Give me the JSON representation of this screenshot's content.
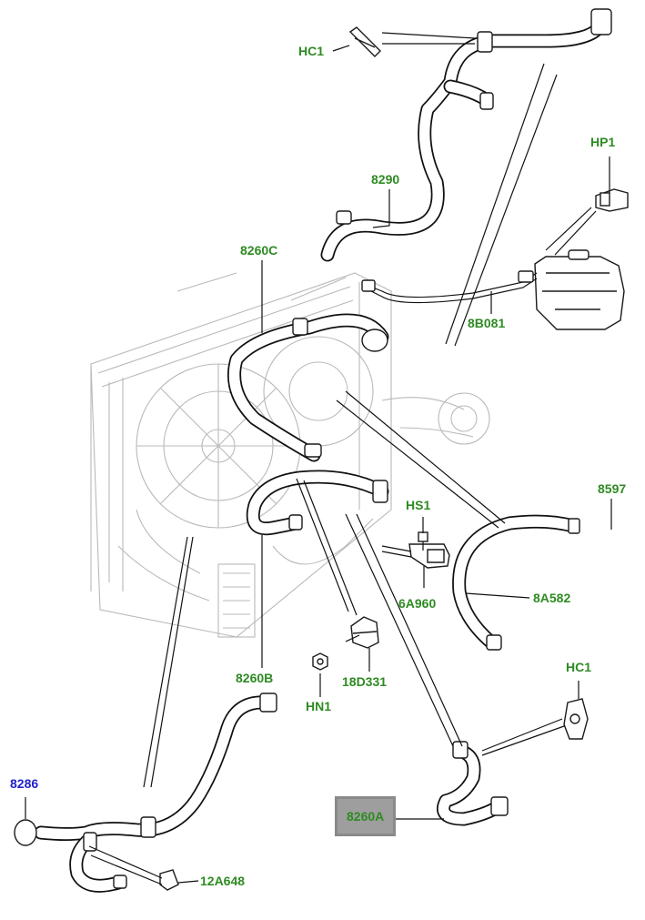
{
  "colors": {
    "callout_green": "#2e8b22",
    "callout_blue": "#2222cc",
    "highlight_bg": "#9e9e9e",
    "line": "#111111",
    "ghost": "#b9b9b9"
  },
  "callouts": [
    {
      "id": "hc1-top",
      "text": "HC1"
    },
    {
      "id": "hp1",
      "text": "HP1"
    },
    {
      "id": "8290",
      "text": "8290"
    },
    {
      "id": "8260c",
      "text": "8260C"
    },
    {
      "id": "8b081",
      "text": "8B081"
    },
    {
      "id": "hs1",
      "text": "HS1"
    },
    {
      "id": "8597",
      "text": "8597"
    },
    {
      "id": "6a960",
      "text": "6A960"
    },
    {
      "id": "8a582",
      "text": "8A582"
    },
    {
      "id": "8260b",
      "text": "8260B"
    },
    {
      "id": "18d331",
      "text": "18D331"
    },
    {
      "id": "hn1",
      "text": "HN1"
    },
    {
      "id": "hc1-bottom",
      "text": "HC1"
    },
    {
      "id": "8286",
      "text": "8286"
    },
    {
      "id": "8260a",
      "text": "8260A"
    },
    {
      "id": "12a648",
      "text": "12A648"
    }
  ]
}
